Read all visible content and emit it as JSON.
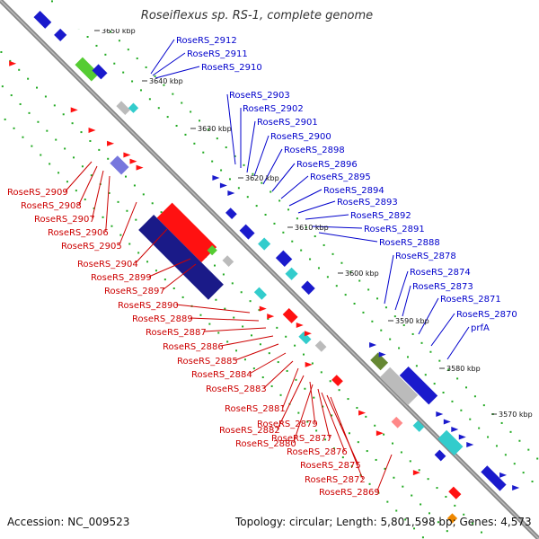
{
  "title": "Roseiflexus sp. RS-1, complete genome",
  "footer": {
    "accession": "Accession: NC_009523",
    "topology": "Topology: circular; Length: 5,801,598 bp; Genes: 4,573"
  },
  "colors": {
    "forward_label": "#0000cc",
    "reverse_label": "#cc0000",
    "backbone": "#888888",
    "tick_dots": "#22aa22"
  },
  "kbp_marks": [
    "3650 kbp",
    "3640 kbp",
    "3630 kbp",
    "3620 kbp",
    "3610 kbp",
    "3600 kbp",
    "3590 kbp",
    "3580 kbp",
    "3570 kbp"
  ],
  "forward_genes": [
    "RoseRS_2912",
    "RoseRS_2911",
    "RoseRS_2910",
    "RoseRS_2903",
    "RoseRS_2902",
    "RoseRS_2901",
    "RoseRS_2900",
    "RoseRS_2898",
    "RoseRS_2896",
    "RoseRS_2895",
    "RoseRS_2894",
    "RoseRS_2893",
    "RoseRS_2892",
    "RoseRS_2891",
    "RoseRS_2888",
    "RoseRS_2878",
    "RoseRS_2874",
    "RoseRS_2873",
    "RoseRS_2871",
    "RoseRS_2870",
    "prfA"
  ],
  "reverse_genes": [
    "RoseRS_2909",
    "RoseRS_2908",
    "RoseRS_2907",
    "RoseRS_2906",
    "RoseRS_2905",
    "RoseRS_2904",
    "RoseRS_2899",
    "RoseRS_2897",
    "RoseRS_2890",
    "RoseRS_2889",
    "RoseRS_2887",
    "RoseRS_2886",
    "RoseRS_2885",
    "RoseRS_2884",
    "RoseRS_2883",
    "RoseRS_2881",
    "RoseRS_2882",
    "RoseRS_2879",
    "RoseRS_2880",
    "RoseRS_2877",
    "RoseRS_2876",
    "RoseRS_2875",
    "RoseRS_2872",
    "RoseRS_2869"
  ]
}
